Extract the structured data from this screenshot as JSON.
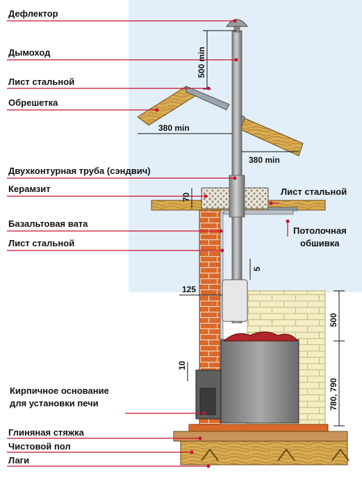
{
  "labels": {
    "deflector": "Дефлектор",
    "chimney": "Дымоход",
    "steel_sheet_roof": "Лист стальной",
    "lathing": "Обрешетка",
    "sandwich_pipe": "Двухконтурная труба (сэндвич)",
    "expanded_clay": "Керамзит",
    "steel_sheet_ceiling": "Лист стальной",
    "ceiling_lining_1": "Потолочная",
    "ceiling_lining_2": "обшивка",
    "basalt_wool": "Базальтовая вата",
    "steel_sheet_wall": "Лист стальной",
    "brick_base_1": "Кирпичное основание",
    "brick_base_2": "для установки печи",
    "clay_screed": "Глиняная стяжка",
    "finish_floor": "Чистовой пол",
    "joists": "Лаги"
  },
  "dimensions": {
    "d500_top": "500 min",
    "d380_left": "380 min",
    "d380_right": "380 min",
    "d70": "70",
    "d5": "5",
    "d125": "125",
    "d500_wall": "500",
    "d10": "10",
    "d780": "780, 790"
  },
  "colors": {
    "leader": "#c8102e",
    "brick": "#d9692a",
    "wood": "#d9ab52",
    "stove": "#8c8c8c",
    "pipe": "#a5a5a5",
    "sky": "#e3eff8"
  }
}
